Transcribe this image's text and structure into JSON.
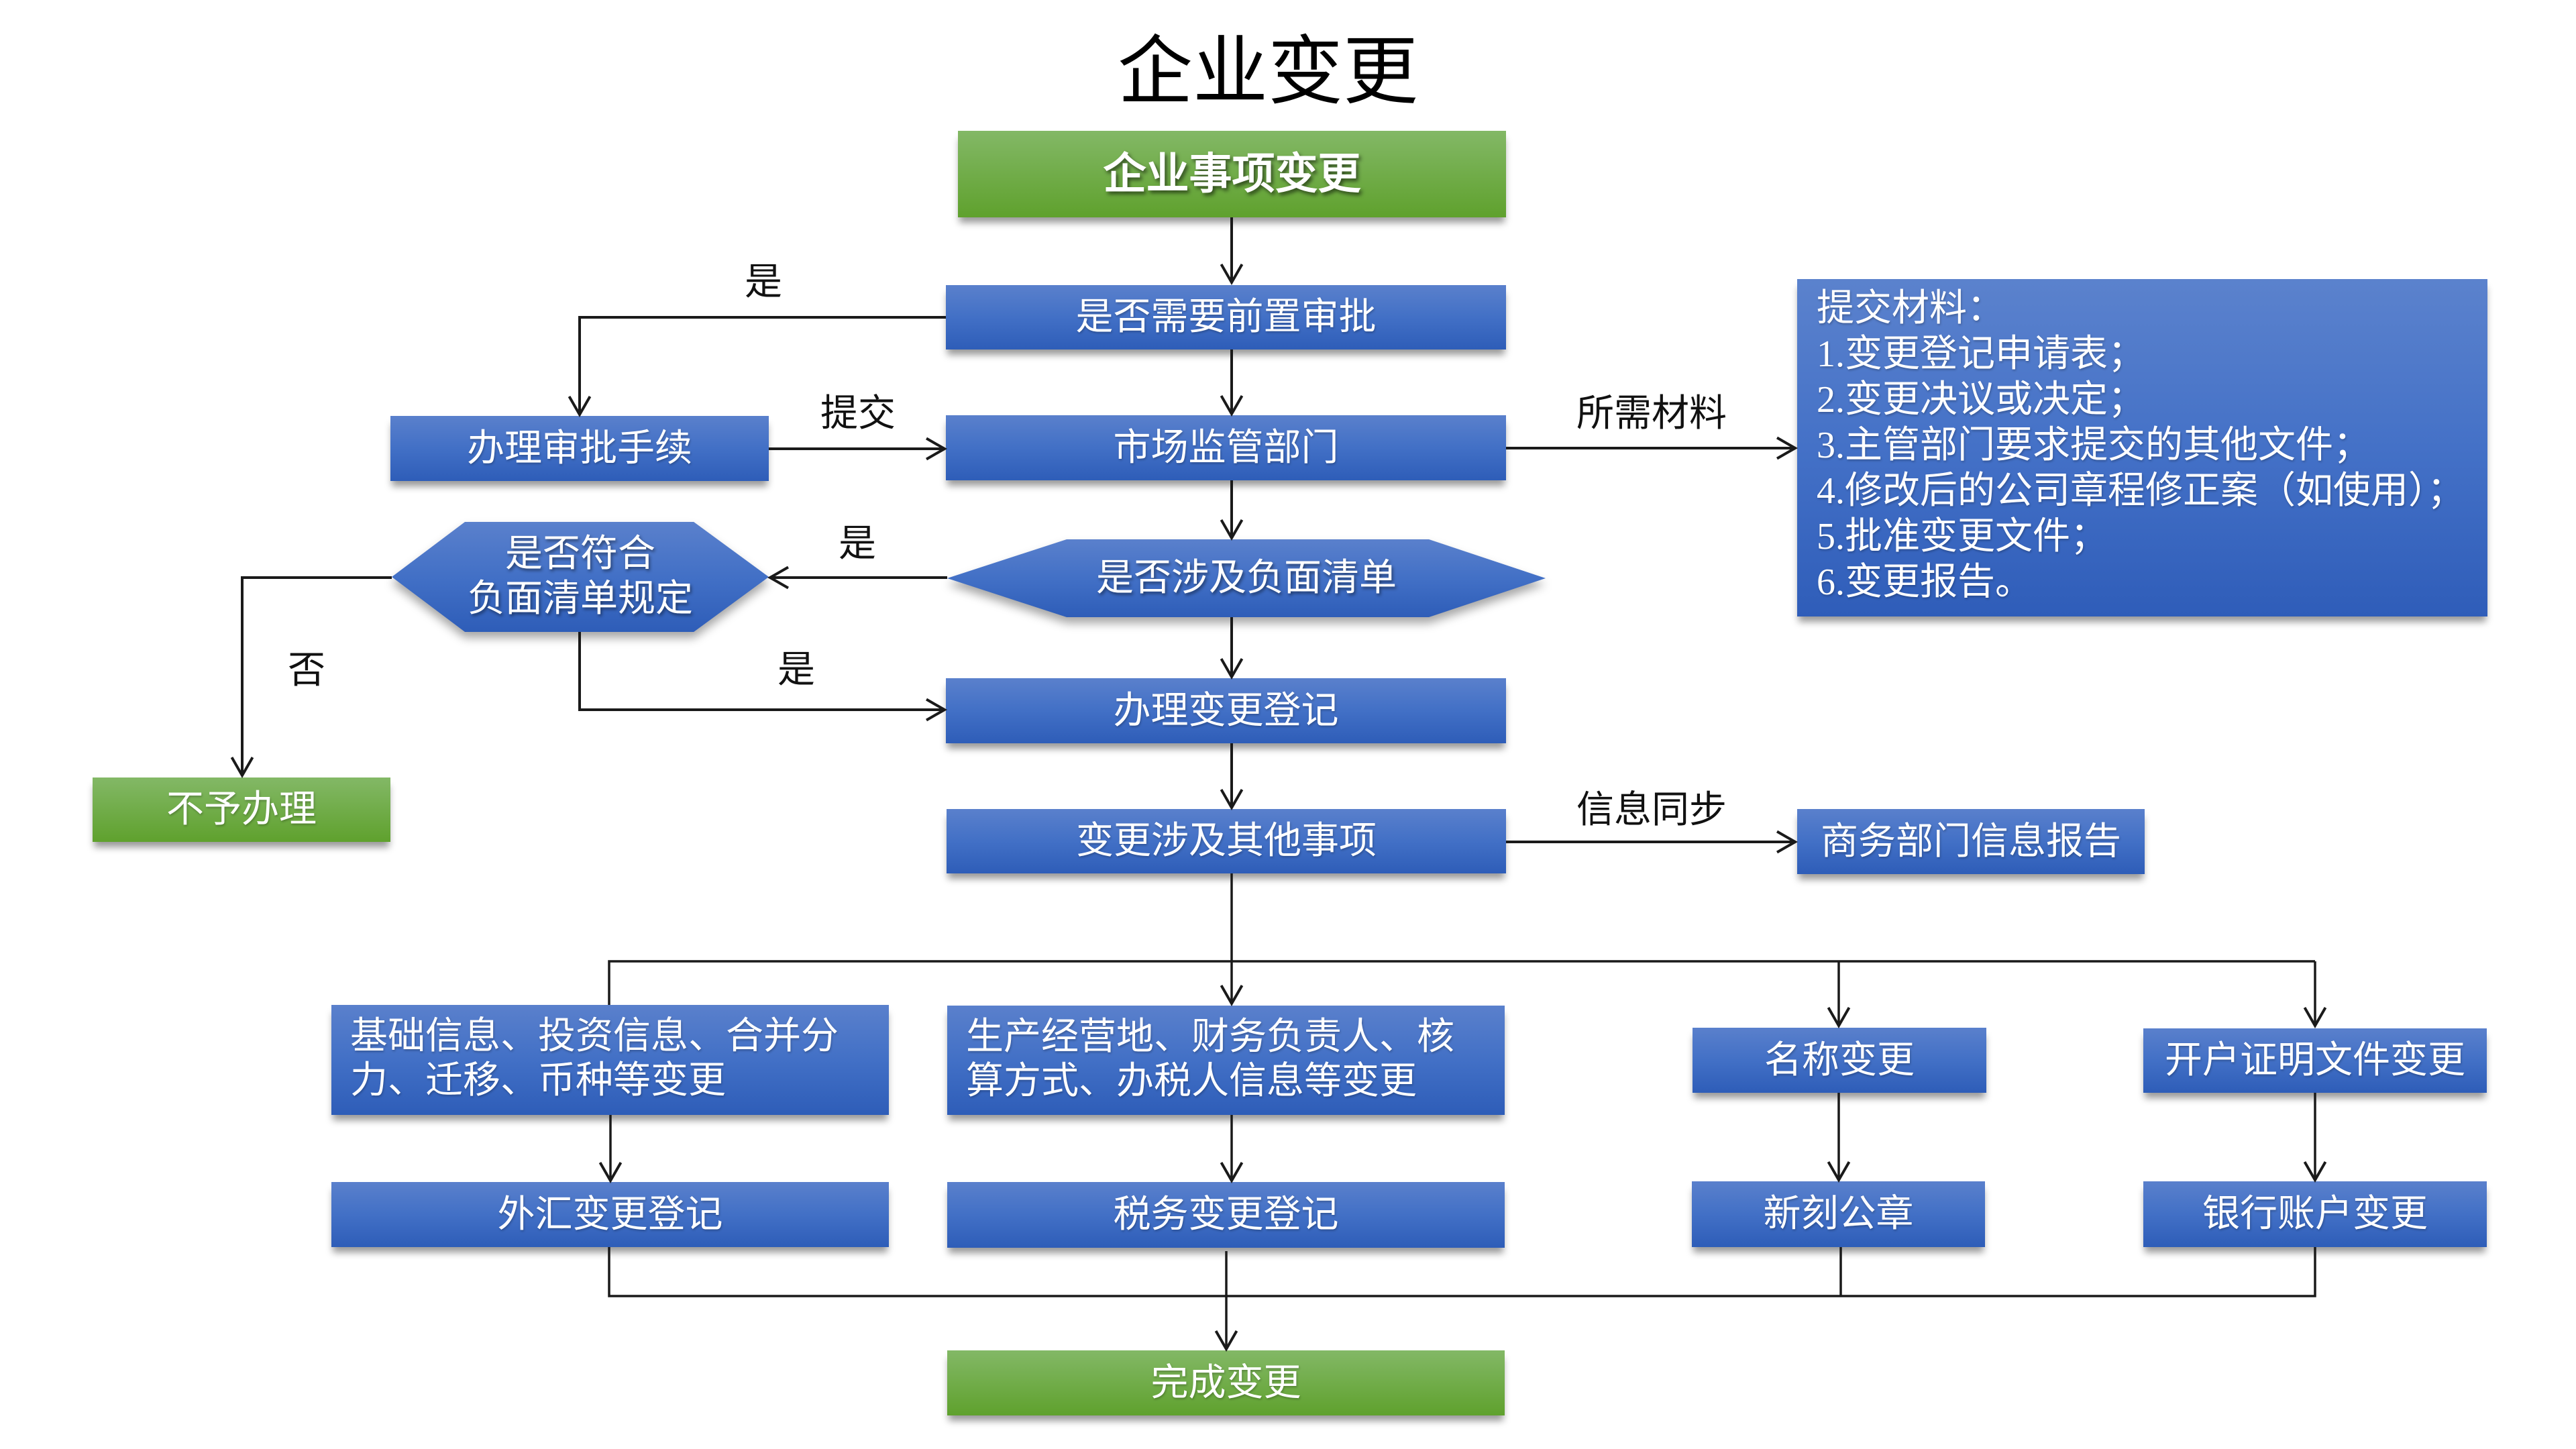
{
  "title": "企业变更",
  "colors": {
    "blue_top": "#5a80cc",
    "blue_mid": "#4270c6",
    "blue_bottom": "#2e5db8",
    "green_top": "#83b866",
    "green_bottom": "#5fa12d",
    "connector": "#1a1a1a",
    "label_text": "#111111",
    "node_text": "#ffffff"
  },
  "nodes": {
    "start": {
      "label": "企业事项变更"
    },
    "prior_approval_check": {
      "label": "是否需要前置审批"
    },
    "approval_procedures": {
      "label": "办理审批手续"
    },
    "market_regulation_dept": {
      "label": "市场监管部门"
    },
    "negative_list_check": {
      "label": "是否涉及负面清单"
    },
    "negative_list_compliance_check": {
      "lines": [
        "是否符合",
        "负面清单规定"
      ]
    },
    "rejected": {
      "label": "不予办理"
    },
    "change_registration": {
      "label": "办理变更登记"
    },
    "other_matters": {
      "label": "变更涉及其他事项"
    },
    "commerce_dept_report": {
      "label": "商务部门信息报告"
    },
    "basic_info_change": {
      "lines": [
        "基础信息、投资信息、合并分",
        "力、迁移、币种等变更"
      ]
    },
    "production_site_change": {
      "lines": [
        "生产经营地、财务负责人、核",
        "算方式、办税人信息等变更"
      ]
    },
    "name_change": {
      "label": "名称变更"
    },
    "account_docs_change": {
      "label": "开户证明文件变更"
    },
    "forex_registration": {
      "label": "外汇变更登记"
    },
    "tax_registration": {
      "label": "税务变更登记"
    },
    "new_seal": {
      "label": "新刻公章"
    },
    "bank_account_change": {
      "label": "银行账户变更"
    },
    "complete": {
      "label": "完成变更"
    }
  },
  "materials": {
    "heading": "提交材料：",
    "items": [
      "1.变更登记申请表；",
      "2.变更决议或决定；",
      "3.主管部门要求提交的其他文件；",
      "4.修改后的公司章程修正案（如使用）；",
      "5.批准变更文件；",
      "6.变更报告。"
    ]
  },
  "edge_labels": {
    "prior_approval_yes": "是",
    "submit": "提交",
    "required_materials": "所需材料",
    "negative_list_yes": "是",
    "not_compliant": "否",
    "compliant_yes": "是",
    "info_sync": "信息同步"
  }
}
